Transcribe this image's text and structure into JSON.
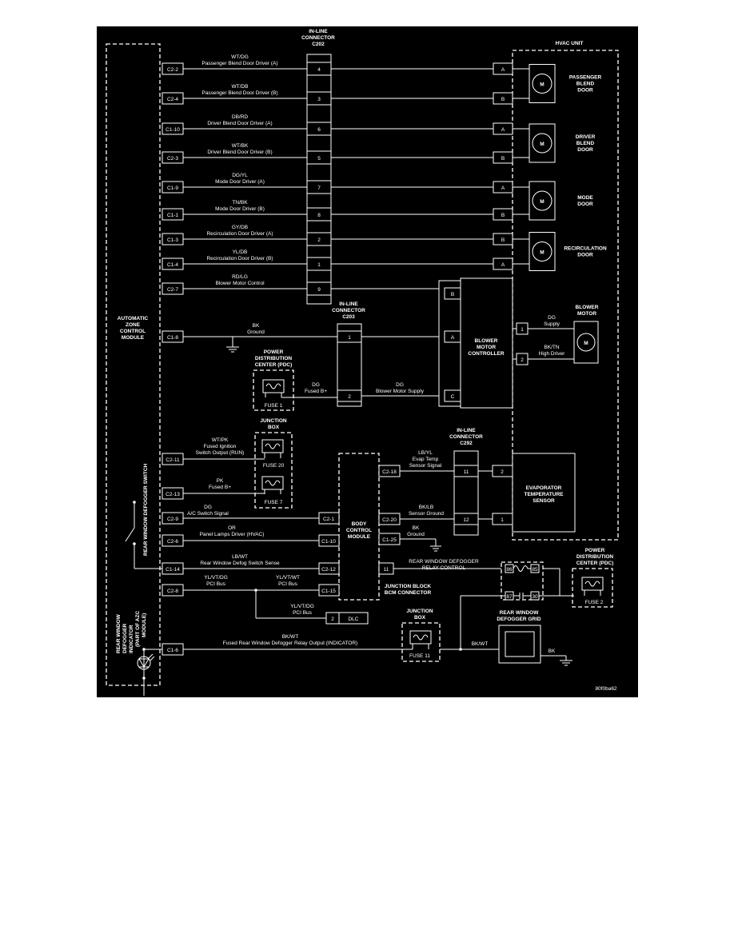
{
  "azc": {
    "title": [
      "AUTOMATIC",
      "ZONE",
      "CONTROL",
      "MODULE"
    ]
  },
  "hvac": {
    "title": "HVAC UNIT"
  },
  "c202": {
    "title": [
      "IN-LINE",
      "CONNECTOR",
      "C202"
    ]
  },
  "c203": {
    "title": [
      "IN-LINE",
      "CONNECTOR",
      "C203"
    ]
  },
  "c292": {
    "title": [
      "IN-LINE",
      "CONNECTOR",
      "C292"
    ]
  },
  "circuits": [
    {
      "pin": "C2-2",
      "wire": "WT/DG",
      "desc": "Passenger Blend Door Driver (A)",
      "c202": "4",
      "hvac": "A"
    },
    {
      "pin": "C2-4",
      "wire": "WT/DB",
      "desc": "Passenger Blend Door Driver (B)",
      "c202": "3",
      "hvac": "B"
    },
    {
      "pin": "C1-10",
      "wire": "DB/RD",
      "desc": "Driver Blend Door Driver (A)",
      "c202": "6",
      "hvac": "A"
    },
    {
      "pin": "C2-3",
      "wire": "WT/BK",
      "desc": "Driver Blend Door Driver (B)",
      "c202": "5",
      "hvac": "B"
    },
    {
      "pin": "C1-9",
      "wire": "DG/YL",
      "desc": "Mode Door Driver (A)",
      "c202": "7",
      "hvac": "A"
    },
    {
      "pin": "C1-1",
      "wire": "TN/BK",
      "desc": "Mode Door Driver (B)",
      "c202": "8",
      "hvac": "B"
    },
    {
      "pin": "C1-3",
      "wire": "GY/DB",
      "desc": "Recirculation Door Driver (A)",
      "c202": "2",
      "hvac": "B"
    },
    {
      "pin": "C1-4",
      "wire": "YL/DB",
      "desc": "Recirculation Door Driver (B)",
      "c202": "1",
      "hvac": "A"
    },
    {
      "pin": "C2-7",
      "wire": "RD/LG",
      "desc": "Blower Motor Control",
      "c202": "9",
      "hvac": "B"
    }
  ],
  "motors": [
    {
      "label": [
        "PASSENGER",
        "BLEND",
        "DOOR"
      ],
      "symbol": "M"
    },
    {
      "label": [
        "DRIVER",
        "BLEND",
        "DOOR"
      ],
      "symbol": "M"
    },
    {
      "label": [
        "MODE",
        "DOOR"
      ],
      "symbol": "M"
    },
    {
      "label": [
        "RECIRCULATION",
        "DOOR"
      ],
      "symbol": "M"
    }
  ],
  "ground_circuit": {
    "pin": "C1-8",
    "wire": "BK",
    "desc": "Ground",
    "c203": "1",
    "bmc": "A"
  },
  "pdc1": {
    "title": [
      "POWER",
      "DISTRIBUTION",
      "CENTER (PDC)"
    ],
    "fuse": "FUSE 1"
  },
  "fused_b": {
    "wire": "DG",
    "desc": "Fused B+",
    "c203": "2",
    "bmc_wire": "DG",
    "bmc_desc": "Blower Motor Supply",
    "bmc": "C"
  },
  "bmc": {
    "title": [
      "BLOWER",
      "MOTOR",
      "CONTROLLER"
    ],
    "pin_b": "B"
  },
  "blower": {
    "title": [
      "BLOWER",
      "MOTOR"
    ],
    "symbol": "M",
    "pin1": "1",
    "pin2": "2",
    "w1": "DG",
    "d1": "Supply",
    "w2": "BK/TN",
    "d2": "High Driver"
  },
  "jb1": {
    "title": [
      "JUNCTION",
      "BOX"
    ],
    "fuse_a": "FUSE 20",
    "fuse_b": "FUSE 7"
  },
  "ign": {
    "pin": "C2-11",
    "wire": "WT/PK",
    "desc1": "Fused Ignition",
    "desc2": "Switch Output (RUN)"
  },
  "fb": {
    "pin": "C2-13",
    "wire": "PK",
    "desc": "Fused B+"
  },
  "bcm": {
    "title": [
      "BODY",
      "CONTROL",
      "MODULE"
    ]
  },
  "evap": {
    "pin": "C2-18",
    "wire": "LB/YL",
    "desc1": "Evap Temp",
    "desc2": "Sensor Signal",
    "c292": "11",
    "sensor_pin": "2"
  },
  "sg": {
    "pin": "C2-20",
    "wire": "BK/LB",
    "desc": "Sensor Ground",
    "c292": "12",
    "sensor_pin": "1"
  },
  "bcm_gnd": {
    "pin": "C1-25",
    "wire": "BK",
    "desc": "Ground"
  },
  "evap_sensor": {
    "title": [
      "EVAPORATOR",
      "TEMPERATURE",
      "SENSOR"
    ]
  },
  "ac": {
    "pin": "C2-9",
    "wire": "DG",
    "desc": "A/C Switch Signal",
    "bcm_pin": "C2-1"
  },
  "panel": {
    "pin": "C2-6",
    "wire": "OR",
    "desc": "Panel Lamps Driver (HVAC)",
    "bcm_pin": "C1-10"
  },
  "defog_sense": {
    "pin": "C1-14",
    "wire": "LB/WT",
    "desc": "Rear Window Defog Switch Sense",
    "bcm_pin": "C2-12"
  },
  "pci": {
    "pin": "C2-8",
    "wire": "YL/VT/DG",
    "desc": "PCI Bus",
    "wire2": "YL/VT/WT",
    "desc2": "PCI Bus",
    "bcm_pin": "C1-15",
    "dlc_wire": "YL/VT/DG",
    "dlc_desc": "PCI Bus",
    "dlc_pin": "2",
    "dlc": "DLC"
  },
  "relay_ctrl": {
    "pin": "11",
    "desc1": "REAR WINDOW DEFOGGER",
    "desc2": "RELAY CONTROL"
  },
  "jb_bcm": {
    "label": [
      "JUNCTION BLOCK",
      "BCM CONNECTOR"
    ]
  },
  "relay": {
    "p86": "86",
    "p85": "85",
    "p87": "87",
    "p30": "30"
  },
  "pdc2": {
    "title": [
      "POWER",
      "DISTRIBUTION",
      "CENTER (PDC)"
    ],
    "fuse": "FUSE 2"
  },
  "jb2": {
    "title": [
      "JUNCTION",
      "BOX"
    ],
    "fuse": "FUSE 11"
  },
  "grid": {
    "title": [
      "REAR WINDOW",
      "DEFOGGER GRID"
    ],
    "wire_in": "BK/WT",
    "wire_out": "BK"
  },
  "indicator": {
    "pin": "C1-6",
    "wire": "BK/WT",
    "desc": "Fused Rear Window Defogger Relay Output (INDICATOR)"
  },
  "defog_switch": {
    "label": "REAR WINDOW DEFOGGER SWITCH"
  },
  "defog_indicator": {
    "label": [
      "REAR WINDOW",
      "DEFOGGER",
      "INDICATOR",
      "(PART OF AZC",
      "MODULE)"
    ]
  },
  "figure_id": "80f0ba62"
}
